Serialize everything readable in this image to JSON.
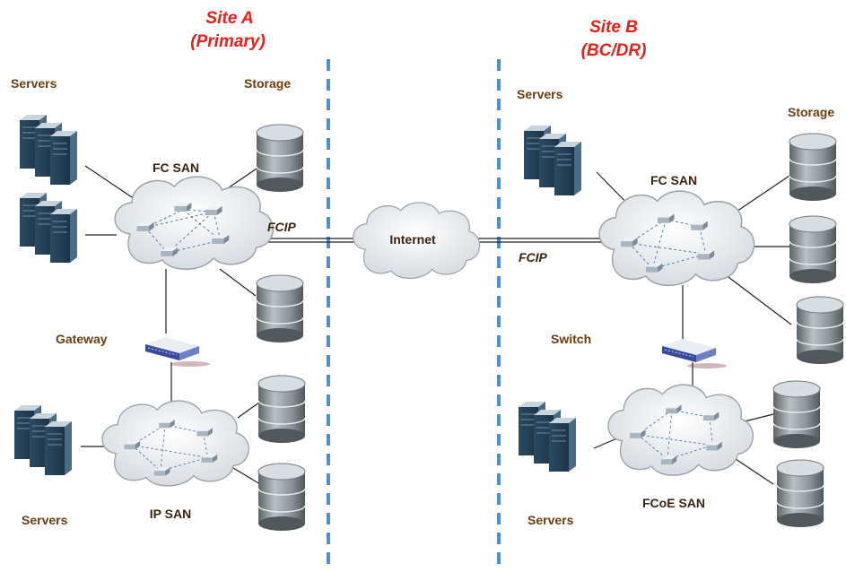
{
  "site_a": {
    "title": "Site A",
    "subtitle": "(Primary)"
  },
  "site_b": {
    "title": "Site B",
    "subtitle": "(BC/DR)"
  },
  "labels": {
    "a_servers_top": "Servers",
    "a_storage": "Storage",
    "a_fc_san": "FC SAN",
    "a_fcip": "FCIP",
    "a_gateway": "Gateway",
    "a_servers_bottom": "Servers",
    "a_ip_san": "IP SAN",
    "internet": "Internet",
    "b_servers_top": "Servers",
    "b_storage": "Storage",
    "b_fc_san": "FC SAN",
    "b_fcip": "FCIP",
    "b_switch": "Switch",
    "b_servers_bottom": "Servers",
    "b_fcoe_san": "FCoE SAN"
  },
  "colors": {
    "site_title": "#e8201a",
    "label": "#6b3d0f",
    "divider": "#4a90d9",
    "server": "#2f4f6a",
    "storage": "#8a9296",
    "cloud": "#e6eaee"
  },
  "icons": [
    "server-rack-icon",
    "storage-cylinder-icon",
    "san-cloud-icon",
    "switch-icon",
    "gateway-icon",
    "internet-cloud-icon"
  ]
}
